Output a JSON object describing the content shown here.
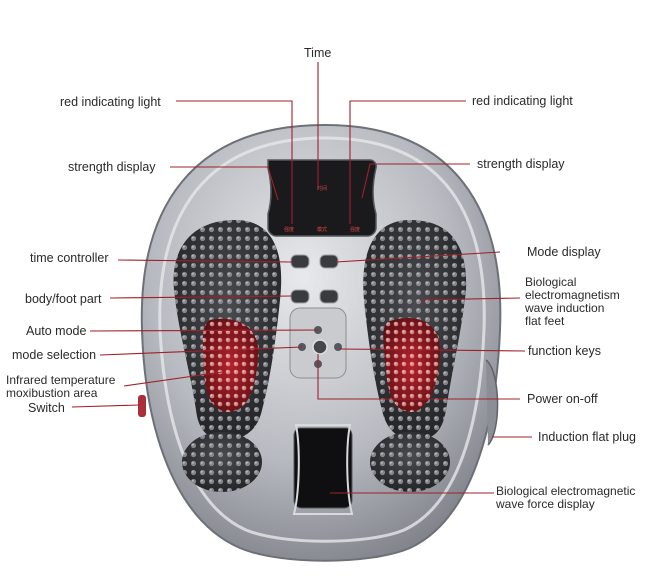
{
  "labels": {
    "time": "Time",
    "red_light_left": "red indicating light",
    "red_light_right": "red indicating light",
    "strength_left": "strength display",
    "strength_right": "strength display",
    "time_controller": "time controller",
    "mode_display": "Mode display",
    "body_foot_part": "body/foot part",
    "bio_em_induction": "Biological\nelectromagnetism\nwave induction\nflat feet",
    "auto_mode": "Auto mode",
    "mode_selection": "mode selection",
    "function_keys": "function keys",
    "infrared": "Infrared temperature\nmoxibustion area",
    "switch": "Switch",
    "power": "Power on-off",
    "induction_plug": "Induction flat plug",
    "bio_em_force": "Biological electromagnetic\nwave force display"
  },
  "device_panel": {
    "left_text": "强度",
    "center_text": "模式",
    "right_text": "强度",
    "top_text": "时间"
  },
  "colors": {
    "leader_line": "#a0202a",
    "shell": "#b9bcc2",
    "pad": "#2d2e31",
    "infrared": "#8a1a1f"
  }
}
